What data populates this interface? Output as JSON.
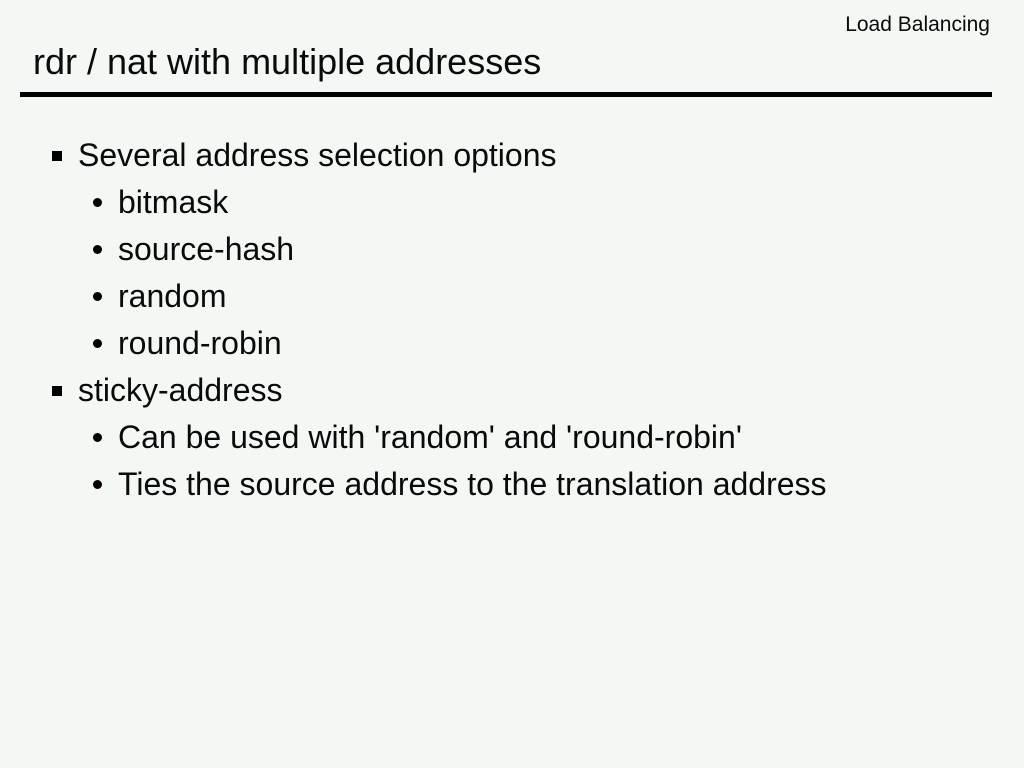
{
  "header": {
    "context_label": "Load Balancing",
    "title": "rdr / nat with multiple addresses"
  },
  "list": {
    "items": [
      {
        "level": 1,
        "text": "Several address selection options"
      },
      {
        "level": 2,
        "text": "bitmask"
      },
      {
        "level": 2,
        "text": "source-hash"
      },
      {
        "level": 2,
        "text": "random"
      },
      {
        "level": 2,
        "text": "round-robin"
      },
      {
        "level": 1,
        "text": "sticky-address"
      },
      {
        "level": 2,
        "text": "Can be used with 'random' and 'round-robin'"
      },
      {
        "level": 2,
        "text": "Ties the source address to the translation address"
      }
    ]
  },
  "colors": {
    "background": "#f4f8f4",
    "text": "#0a0a0a",
    "rule": "#000000",
    "bullet": "#000000"
  }
}
